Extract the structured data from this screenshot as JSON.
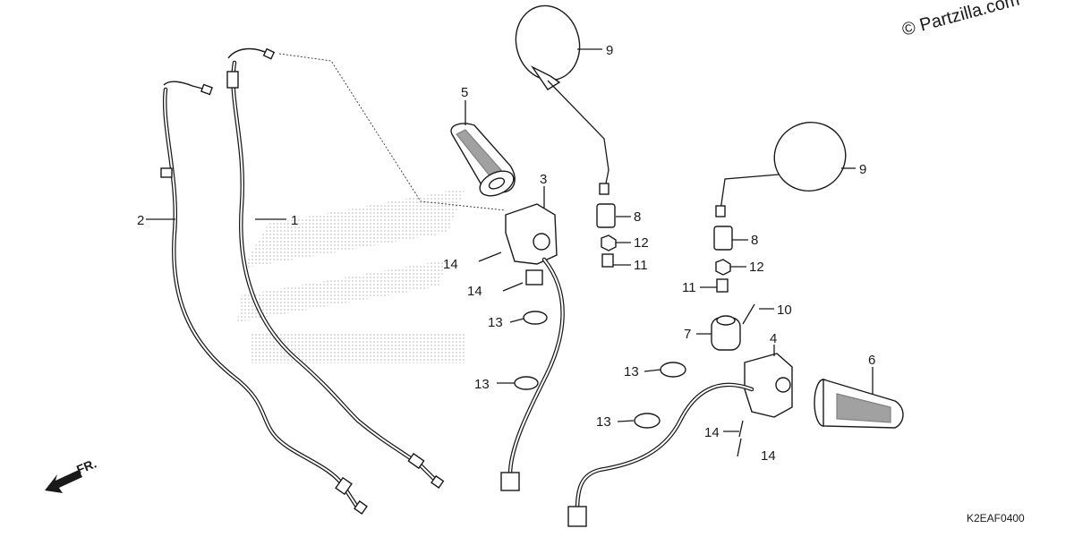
{
  "watermark": "© Partzilla.com",
  "diagram_code": "K2EAF0400",
  "direction_label": "FR.",
  "labels": {
    "l1": "1",
    "l2": "2",
    "l3": "3",
    "l4": "4",
    "l5": "5",
    "l6": "6",
    "l7": "7",
    "l8a": "8",
    "l8b": "8",
    "l9a": "9",
    "l9b": "9",
    "l10": "10",
    "l11a": "11",
    "l11b": "11",
    "l12a": "12",
    "l12b": "12",
    "l13a": "13",
    "l13b": "13",
    "l13c": "13",
    "l13d": "13",
    "l14a": "14",
    "l14b": "14",
    "l14c": "14",
    "l14d": "14"
  }
}
